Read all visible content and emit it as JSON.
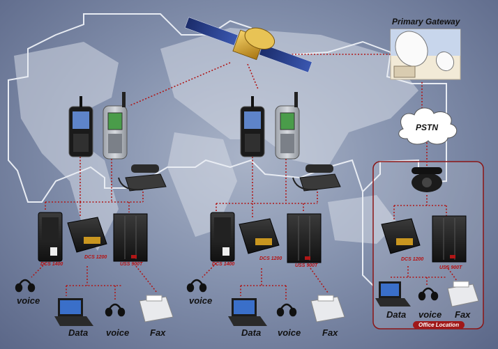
{
  "labels": {
    "primary_gateway": "Primary Gateway",
    "pstn": "PSTN",
    "office_location": "Office Location",
    "dcs1400": "DCS 1400",
    "dcs1200": "DCS 1200",
    "uss900t": "USS 900T",
    "voice": "voice",
    "data": "Data",
    "fax": "Fax"
  },
  "colors": {
    "link": "#b01616",
    "frame": "#e8ecf3",
    "office_border": "#8b1414",
    "land": "#d3d8e3"
  }
}
